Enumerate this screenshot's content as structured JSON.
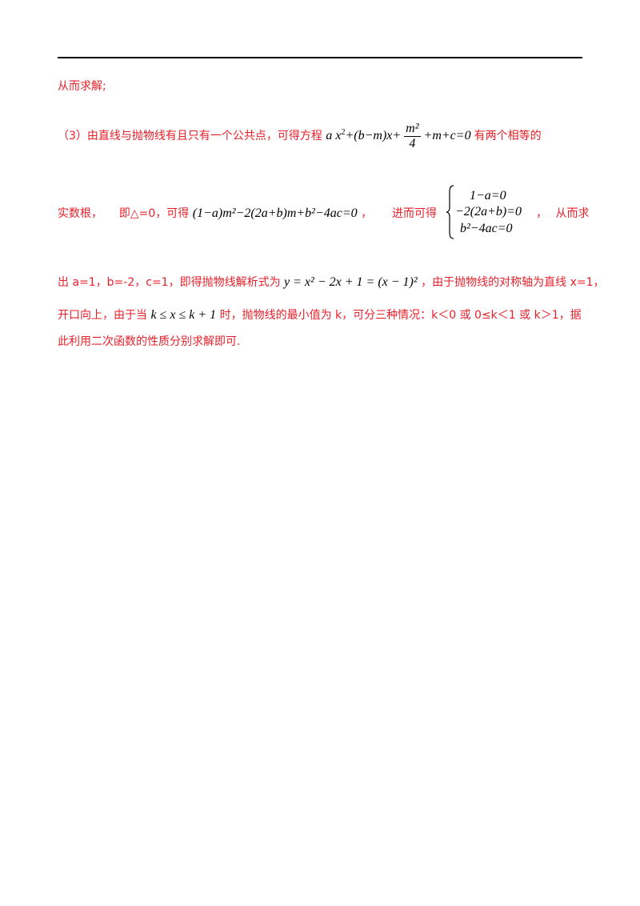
{
  "line1": "从而求解;",
  "line2": {
    "text_before": "（3）由直线与抛物线有且只有一个公共点，可得方程",
    "equation_html": "a x<span class=\"up\">2</span>+(b−m)x+",
    "fraction": {
      "num": "m²",
      "den": "4"
    },
    "equation_tail": "+m+c=0",
    "text_after": "有两个相等的"
  },
  "line3": {
    "t1": "实数根，",
    "t2": "即△=0，可得",
    "eq": "(1−a)m²−2(2a+b)m+b²−4ac=0",
    "t3": "，",
    "t4": "进而可得",
    "system": [
      "1−a=0",
      "−2(2a+b)=0",
      "b²−4ac=0"
    ],
    "t5": "，",
    "t6": "从而求"
  },
  "line4": {
    "t1": "出 a=1，b=-2，c=1，即得抛物线解析式为",
    "eq": "y = x² − 2x + 1 = (x − 1)²",
    "t2": "，由于抛物线的对称轴为直线 x=1，"
  },
  "line5": {
    "t1": "开口向上，由于当",
    "eq": "k ≤ x ≤ k + 1",
    "t2": "时，抛物线的最小值为 k，可分三种情况：k＜0 或 0≤k＜1 或 k＞1，据"
  },
  "line6": "此利用二次函数的性质分别求解即可."
}
